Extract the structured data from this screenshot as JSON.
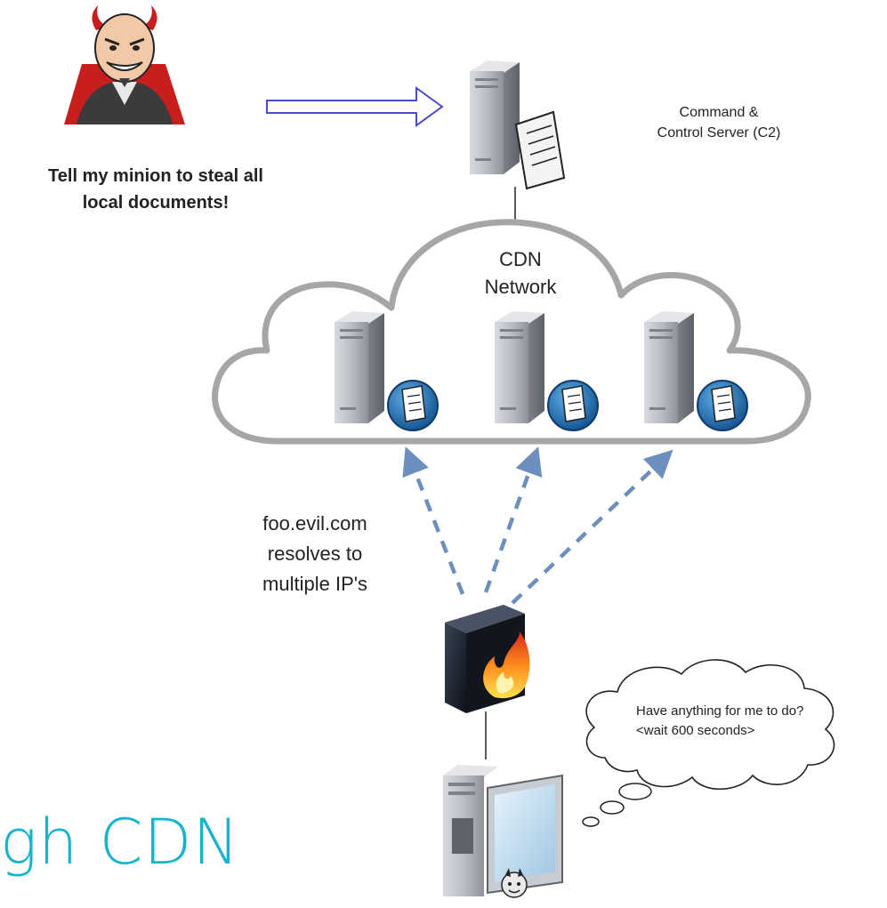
{
  "colors": {
    "accent_title": "#18b4cc",
    "arrow_outline": "#4a4acf",
    "dashed_arrow": "#6d8fbd",
    "cloud_stroke": "#a6a6a6",
    "server_body": "#b9bcc2",
    "globe_blue": "#1f6fb3",
    "firewall_dark": "#1c2330",
    "flame": "#f26a1b"
  },
  "attacker": {
    "icon": "devil-icon",
    "caption_line1": "Tell my minion to steal all",
    "caption_line2": "local documents!"
  },
  "c2": {
    "icon": "server-document-icon",
    "label_line1": "Command &",
    "label_line2": "Control Server (C2)"
  },
  "cdn": {
    "label_line1": "CDN",
    "label_line2": "Network",
    "node_icon": "web-server-icon"
  },
  "dns": {
    "line1": "foo.evil.com",
    "line2": "resolves to",
    "line3": "multiple IP's"
  },
  "firewall": {
    "icon": "firewall-icon"
  },
  "victim": {
    "icon": "infected-workstation-icon",
    "thought_line1": "Have anything for me to do?",
    "thought_line2": "<wait 600 seconds>"
  },
  "slide_title_fragment": "gh CDN"
}
